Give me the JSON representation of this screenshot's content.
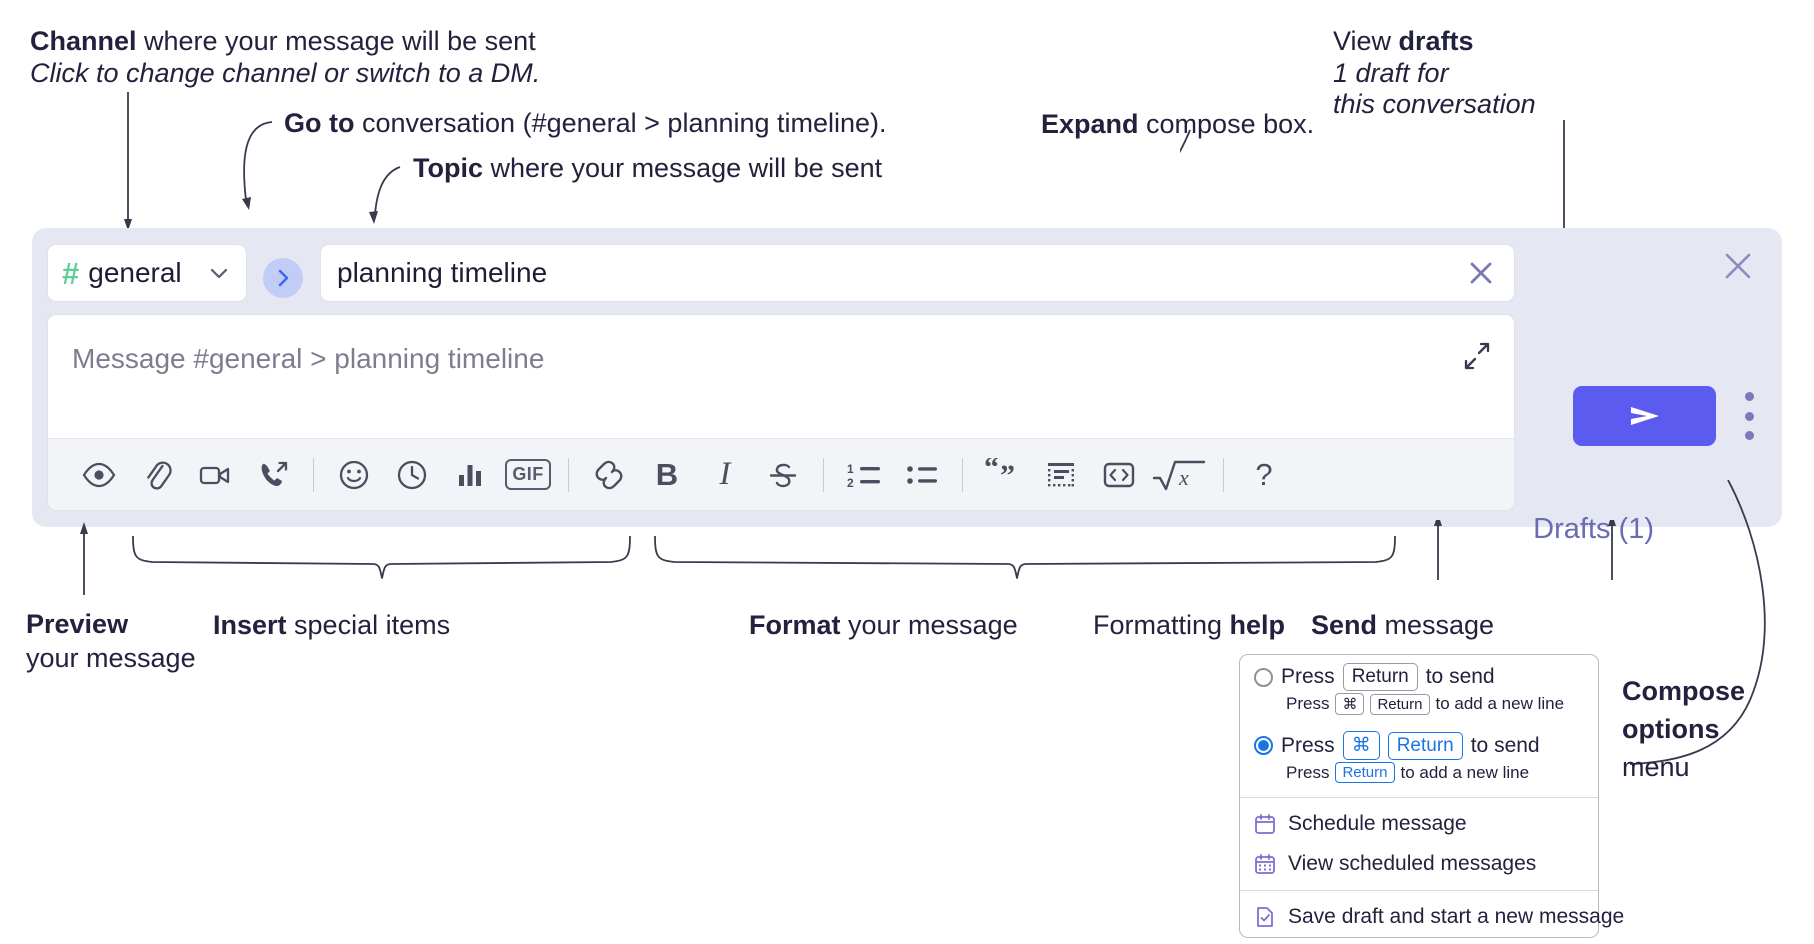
{
  "annotations": {
    "channel": {
      "strong": "Channel",
      "rest": " where your message will be sent",
      "sub": "Click to change channel or switch to a DM."
    },
    "goto": {
      "strong": "Go to",
      "rest": " conversation (#general > planning timeline)."
    },
    "topic": {
      "strong": "Topic",
      "rest": " where your message will be sent"
    },
    "expand": {
      "strong": "Expand",
      "rest": " compose box."
    },
    "drafts": {
      "strong1": "View ",
      "strong2": "drafts",
      "sub1": "1 draft for",
      "sub2": "this conversation"
    },
    "preview": {
      "strong": "Preview",
      "rest": "your message"
    },
    "insert": {
      "strong": "Insert",
      "rest": " special items"
    },
    "format": {
      "strong": "Format",
      "rest": " your message"
    },
    "help": {
      "pre": "Formatting ",
      "strong": "help"
    },
    "send": {
      "strong": "Send",
      "rest": " message"
    },
    "compose_options": {
      "strong1": "Compose",
      "strong2": "options",
      "rest": "menu"
    }
  },
  "compose": {
    "channel_name": "general",
    "hash_symbol": "#",
    "topic_value": "planning timeline",
    "message_placeholder": "Message #general > planning timeline",
    "drafts_label": "Drafts (1)",
    "gif_label": "GIF",
    "bold_label": "B",
    "italic_label": "I",
    "help_label": "?",
    "toolbar_items": [
      {
        "name": "preview-icon",
        "label": "Preview"
      },
      {
        "name": "attachment-icon",
        "label": "Attach file"
      },
      {
        "name": "video-icon",
        "label": "Record video clip"
      },
      {
        "name": "audio-call-icon",
        "label": "Record audio clip"
      },
      {
        "name": "emoji-icon",
        "label": "Emoji"
      },
      {
        "name": "clock-icon",
        "label": "Reminder"
      },
      {
        "name": "poll-icon",
        "label": "Poll"
      },
      {
        "name": "gif-icon",
        "label": "GIF"
      },
      {
        "name": "link-icon",
        "label": "Link"
      },
      {
        "name": "bold-icon",
        "label": "Bold"
      },
      {
        "name": "italic-icon",
        "label": "Italic"
      },
      {
        "name": "strikethrough-icon",
        "label": "Strikethrough"
      },
      {
        "name": "ordered-list-icon",
        "label": "Ordered list"
      },
      {
        "name": "bulleted-list-icon",
        "label": "Bulleted list"
      },
      {
        "name": "blockquote-icon",
        "label": "Blockquote"
      },
      {
        "name": "code-block-icon",
        "label": "Code block"
      },
      {
        "name": "code-icon",
        "label": "Code"
      },
      {
        "name": "math-icon",
        "label": "Math"
      },
      {
        "name": "help-icon",
        "label": "Formatting help"
      }
    ]
  },
  "options_menu": {
    "option_enter": {
      "selected": false,
      "press": "Press",
      "key": "Return",
      "action": "to send",
      "sub_press": "Press",
      "sub_key1": "⌘",
      "sub_key2": "Return",
      "sub_action": "to add a new line"
    },
    "option_cmd_enter": {
      "selected": true,
      "press": "Press",
      "key1": "⌘",
      "key2": "Return",
      "action": "to send",
      "sub_press": "Press",
      "sub_key": "Return",
      "sub_action": "to add a new line"
    },
    "items": [
      {
        "icon": "calendar-icon",
        "label": "Schedule message"
      },
      {
        "icon": "calendar-grid-icon",
        "label": "View scheduled messages"
      },
      {
        "icon": "save-draft-icon",
        "label": "Save draft and start a new message"
      }
    ]
  },
  "colors": {
    "accent_send": "#5b5bef",
    "hash_green": "#5fcf97",
    "drafts_purple": "#6a6bb5",
    "panel_lavender": "#e5e7f3",
    "radio_blue": "#1a74e8"
  }
}
